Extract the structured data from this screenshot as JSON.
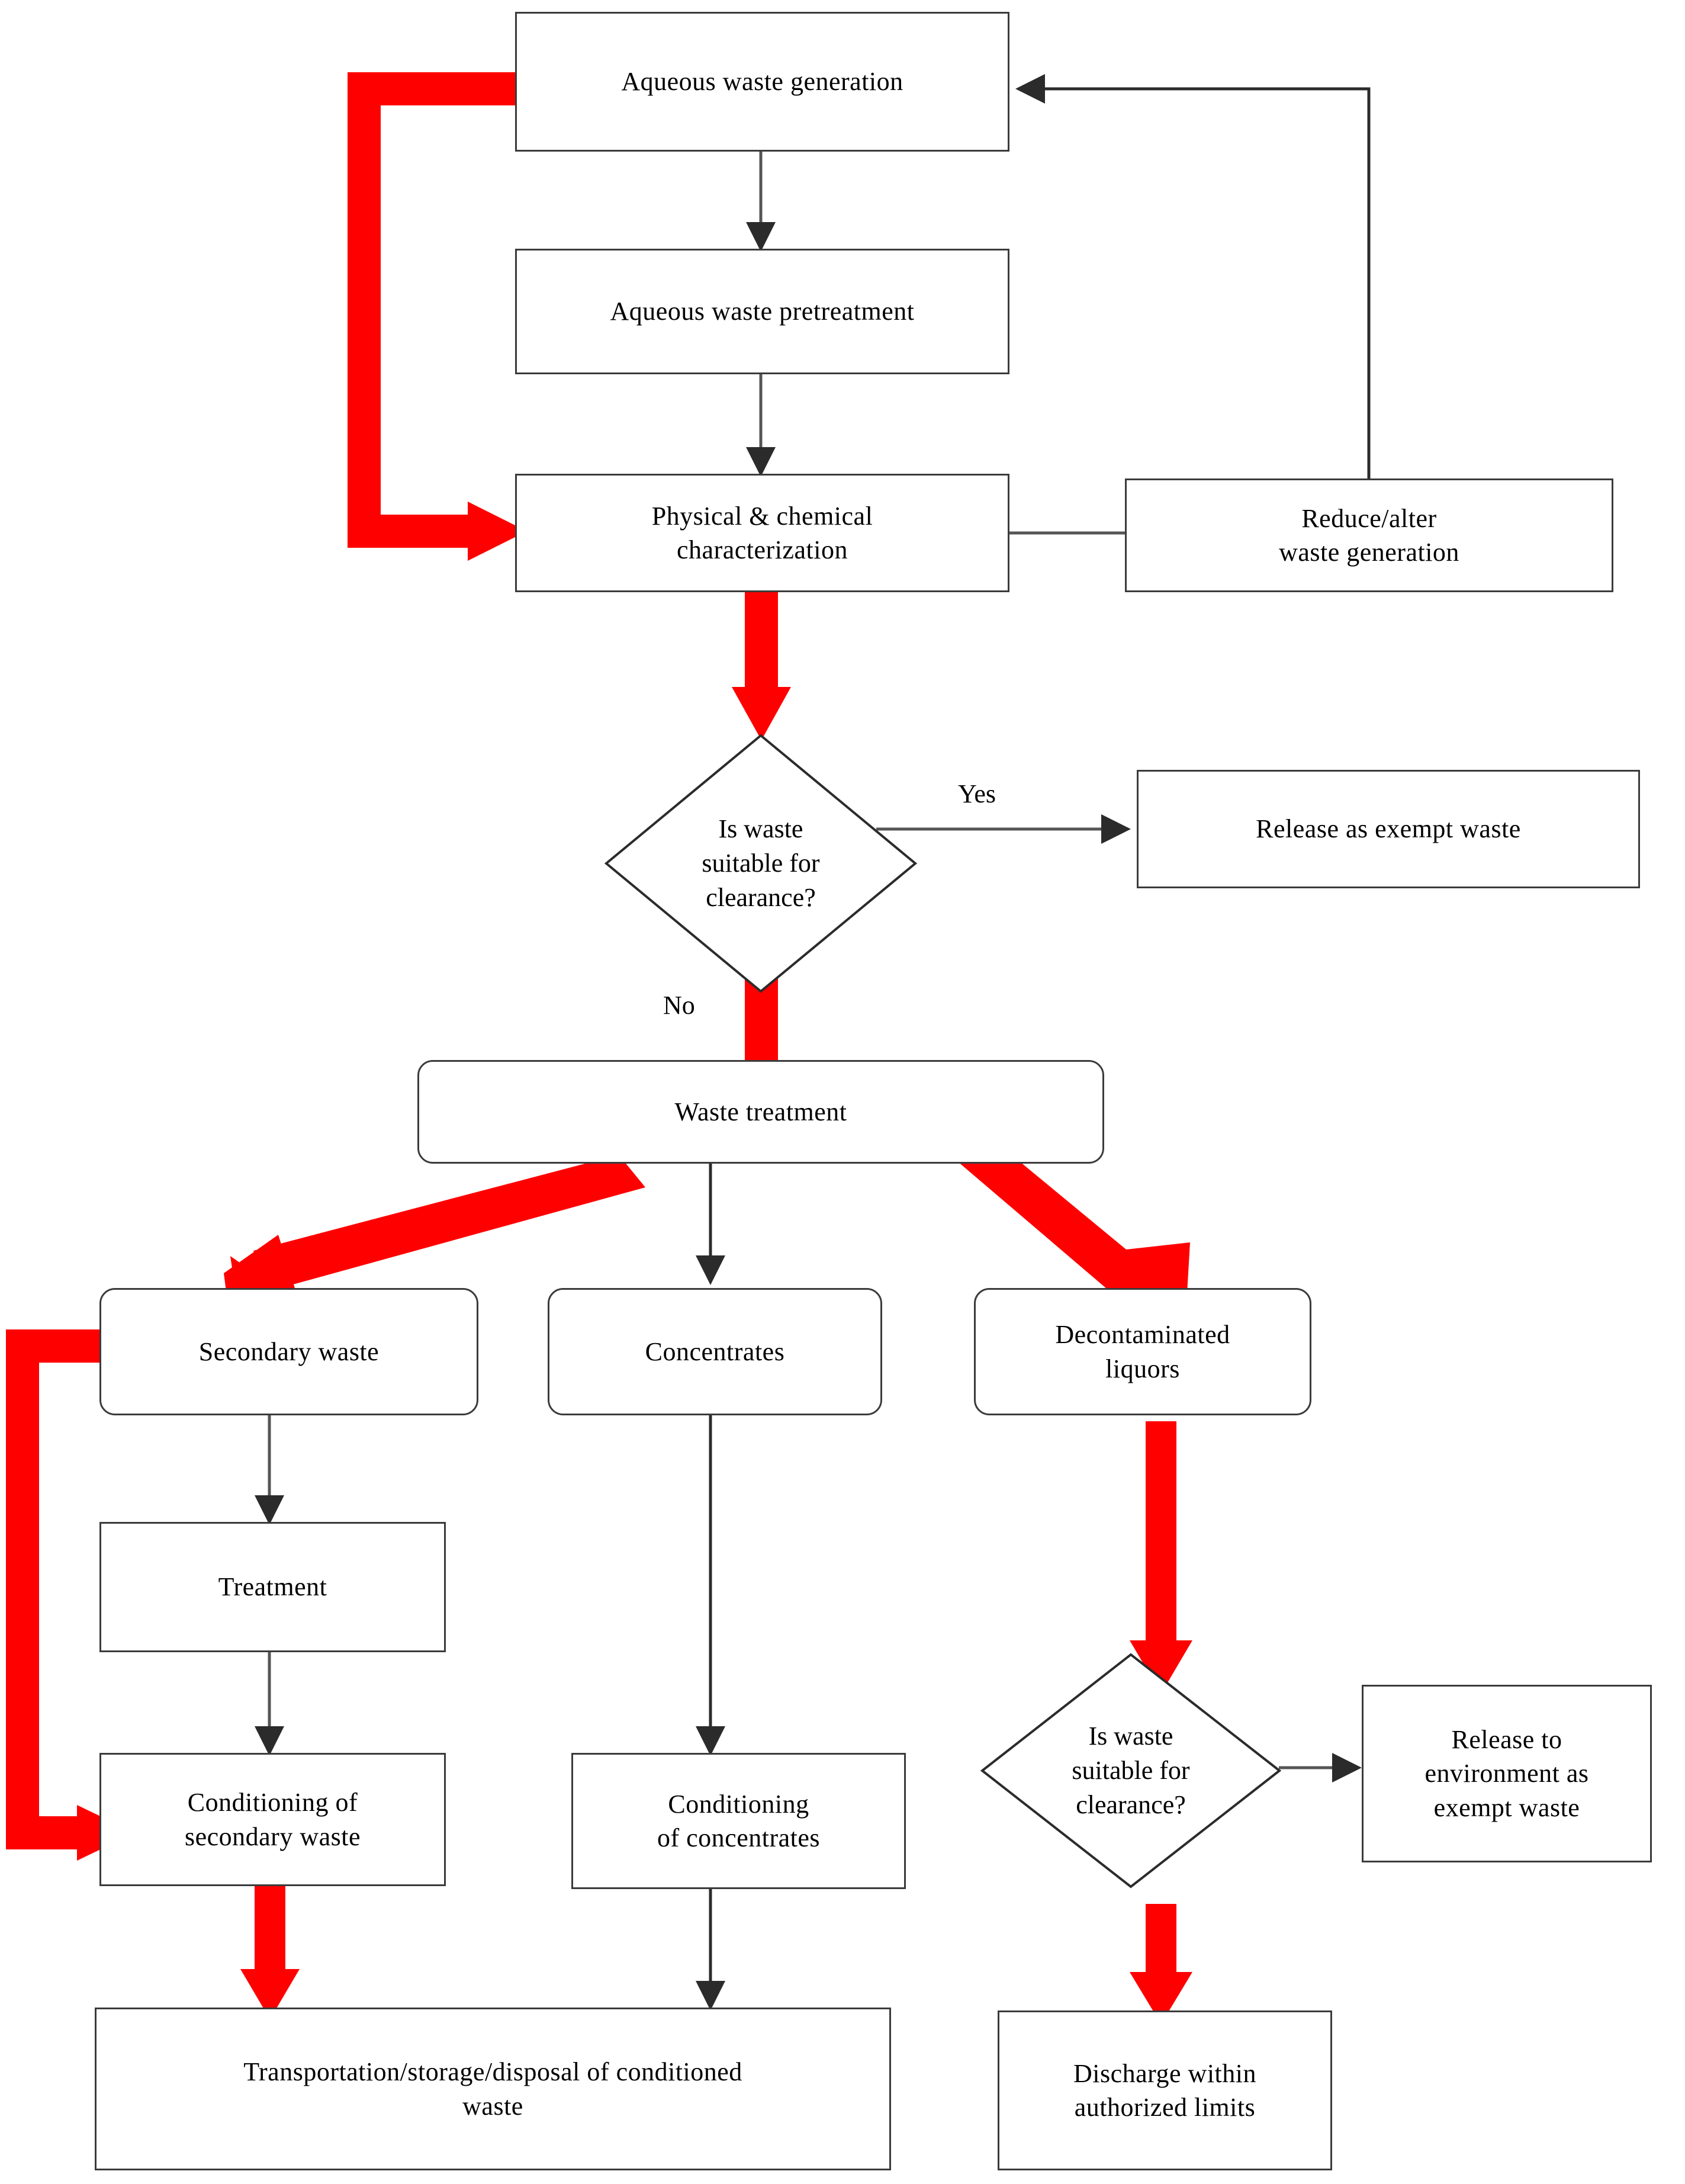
{
  "diagram": {
    "type": "flowchart",
    "title": "Aqueous waste management flowchart",
    "colors": {
      "highlight_arrow": "#FF0000",
      "normal_arrow": "#3B3B3B",
      "box_border": "#3B3B3B",
      "box_fill": "#FFFFFF",
      "text": "#000000"
    },
    "nodes": [
      {
        "id": "aqueous-waste-generation",
        "shape": "rectangle",
        "label": "Aqueous waste generation"
      },
      {
        "id": "aqueous-waste-pretreatment",
        "shape": "rectangle",
        "label": "Aqueous waste pretreatment"
      },
      {
        "id": "physical-chemical-characterization",
        "shape": "rectangle",
        "label": "Physical  &  chemical\ncharacterization"
      },
      {
        "id": "reduce-alter-waste-generation",
        "shape": "rectangle",
        "label": "Reduce/alter\nwaste generation"
      },
      {
        "id": "is-waste-suitable-for-clearance-1",
        "shape": "diamond",
        "label": "Is  waste\nsuitable for\nclearance?"
      },
      {
        "id": "release-as-exempt-waste",
        "shape": "rectangle",
        "label": "Release as exempt waste"
      },
      {
        "id": "waste-treatment",
        "shape": "rounded-rectangle",
        "label": "Waste treatment"
      },
      {
        "id": "secondary-waste",
        "shape": "rounded-rectangle",
        "label": "Secondary  waste"
      },
      {
        "id": "concentrates",
        "shape": "rounded-rectangle",
        "label": "Concentrates"
      },
      {
        "id": "decontaminated-liquors",
        "shape": "rounded-rectangle",
        "label": "Decontaminated\nliquors"
      },
      {
        "id": "treatment",
        "shape": "rectangle",
        "label": "Treatment"
      },
      {
        "id": "conditioning-of-secondary-waste",
        "shape": "rectangle",
        "label": "Conditioning of\nsecondary waste"
      },
      {
        "id": "conditioning-of-concentrates",
        "shape": "rectangle",
        "label": "Conditioning\nof concentrates"
      },
      {
        "id": "is-waste-suitable-for-clearance-2",
        "shape": "diamond",
        "label": "Is  waste\nsuitable for\nclearance?"
      },
      {
        "id": "release-to-environment-as-exempt-waste",
        "shape": "rectangle",
        "label": "Release to\nenvironment as\nexempt waste"
      },
      {
        "id": "transportation-storage-disposal",
        "shape": "rectangle",
        "label": "Transportation/storage/disposal  of conditioned\nwaste"
      },
      {
        "id": "discharge-within-authorized-limits",
        "shape": "rectangle",
        "label": "Discharge within\nauthorized limits"
      }
    ],
    "edge_labels": {
      "yes": "Yes",
      "no": "No"
    },
    "edges": [
      {
        "from": "aqueous-waste-generation",
        "to": "aqueous-waste-pretreatment",
        "style": "thin"
      },
      {
        "from": "aqueous-waste-pretreatment",
        "to": "physical-chemical-characterization",
        "style": "thin"
      },
      {
        "from": "physical-chemical-characterization",
        "to": "reduce-alter-waste-generation",
        "style": "thin"
      },
      {
        "from": "reduce-alter-waste-generation",
        "to": "aqueous-waste-generation",
        "style": "thin"
      },
      {
        "from": "aqueous-waste-generation",
        "to": "physical-chemical-characterization",
        "style": "red-loop"
      },
      {
        "from": "physical-chemical-characterization",
        "to": "is-waste-suitable-for-clearance-1",
        "style": "red"
      },
      {
        "from": "is-waste-suitable-for-clearance-1",
        "to": "release-as-exempt-waste",
        "style": "thin",
        "label": "Yes"
      },
      {
        "from": "is-waste-suitable-for-clearance-1",
        "to": "waste-treatment",
        "style": "red",
        "label": "No"
      },
      {
        "from": "waste-treatment",
        "to": "secondary-waste",
        "style": "red-diagonal"
      },
      {
        "from": "waste-treatment",
        "to": "concentrates",
        "style": "thin"
      },
      {
        "from": "waste-treatment",
        "to": "decontaminated-liquors",
        "style": "red-diagonal"
      },
      {
        "from": "secondary-waste",
        "to": "treatment",
        "style": "thin"
      },
      {
        "from": "treatment",
        "to": "conditioning-of-secondary-waste",
        "style": "thin"
      },
      {
        "from": "secondary-waste",
        "to": "conditioning-of-secondary-waste",
        "style": "red-loop"
      },
      {
        "from": "conditioning-of-secondary-waste",
        "to": "transportation-storage-disposal",
        "style": "red"
      },
      {
        "from": "concentrates",
        "to": "conditioning-of-concentrates",
        "style": "thin"
      },
      {
        "from": "conditioning-of-concentrates",
        "to": "transportation-storage-disposal",
        "style": "thin"
      },
      {
        "from": "decontaminated-liquors",
        "to": "is-waste-suitable-for-clearance-2",
        "style": "red"
      },
      {
        "from": "is-waste-suitable-for-clearance-2",
        "to": "release-to-environment-as-exempt-waste",
        "style": "thin"
      },
      {
        "from": "is-waste-suitable-for-clearance-2",
        "to": "discharge-within-authorized-limits",
        "style": "red"
      }
    ]
  }
}
